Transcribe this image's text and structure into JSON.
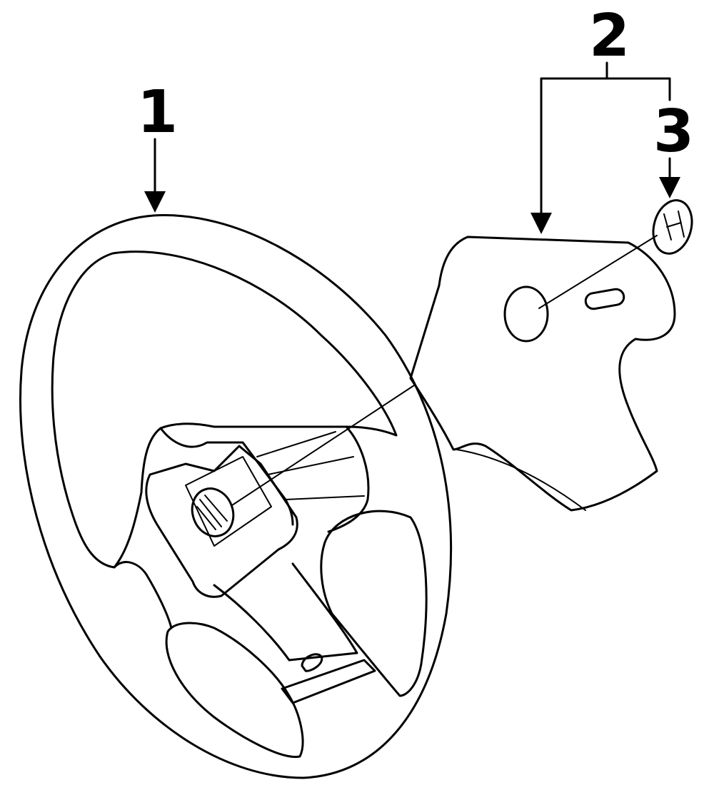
{
  "callouts": [
    {
      "id": "1",
      "label": "1",
      "part": "steering-wheel"
    },
    {
      "id": "2",
      "label": "2",
      "part": "horn-pad-cover"
    },
    {
      "id": "3",
      "label": "3",
      "part": "emblem"
    }
  ],
  "colors": {
    "line": "#000000",
    "background": "#ffffff"
  },
  "icons": {
    "emblem": "h-logo-icon"
  }
}
